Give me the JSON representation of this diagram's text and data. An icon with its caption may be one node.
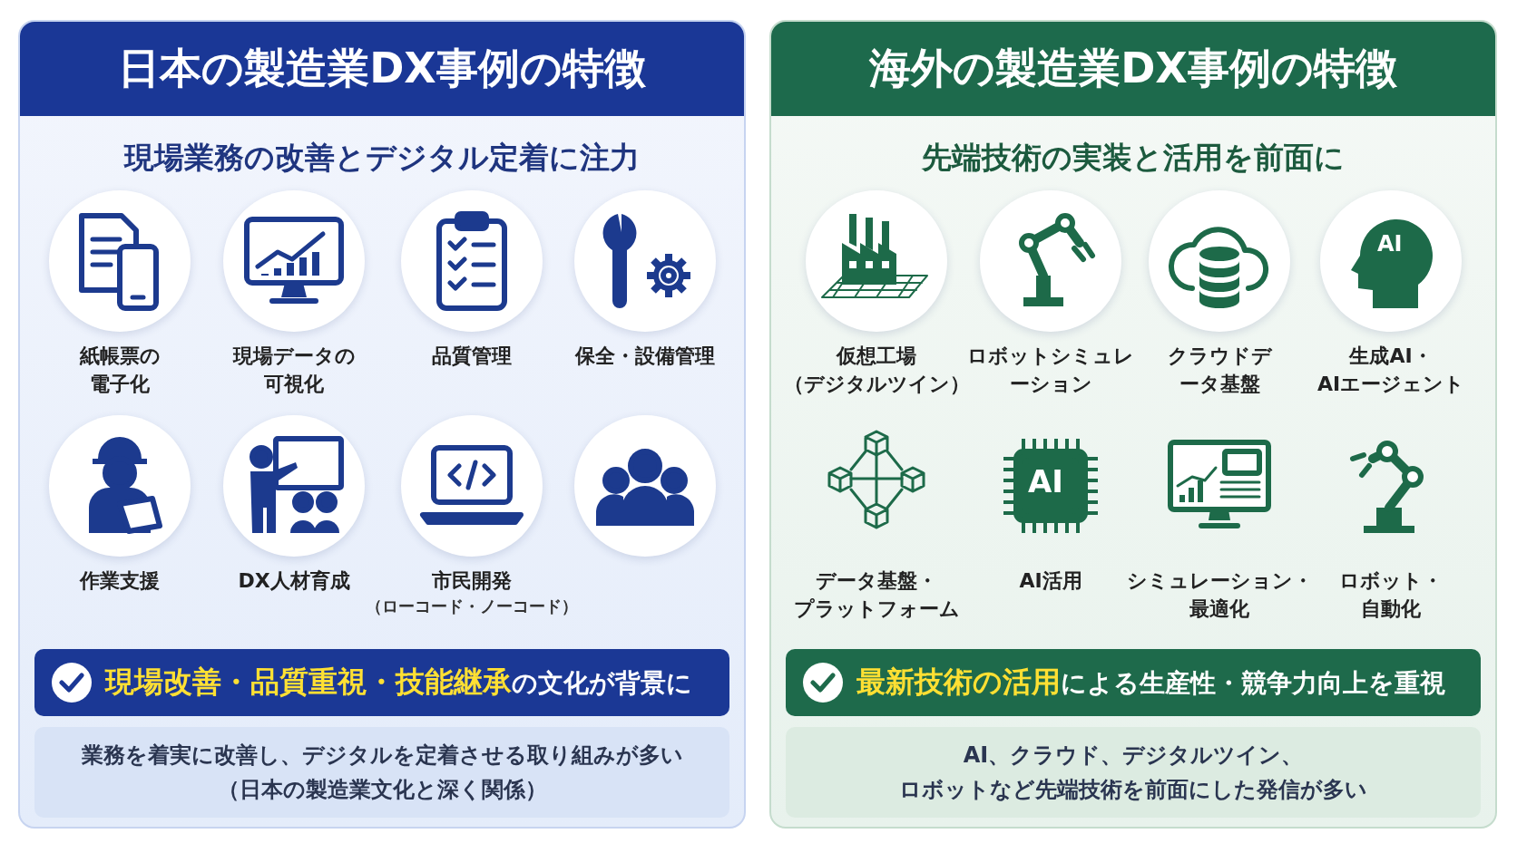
{
  "diagram": {
    "nodes": [
      {
        "text": [
          "日本の製造業DX事例の特徴",
          "現場業務の改善とデジタル定着に注力"
        ]
      },
      {
        "text": [
          "紙帳票の電子化"
        ],
        "in": 0
      },
      {
        "text": [
          "現場データの可視化"
        ],
        "in": 0
      },
      {
        "text": [
          "品質管理"
        ],
        "in": 0
      },
      {
        "text": [
          "保全・設備管理"
        ],
        "in": 0
      },
      {
        "text": [
          "作業支援"
        ],
        "in": 0
      },
      {
        "text": [
          "DX人材育成"
        ],
        "in": 0
      },
      {
        "text": [
          "市民開発",
          "（ローコード・ノーコード）"
        ],
        "in": 0
      },
      {
        "text": [],
        "shape": "circle",
        "in": 0
      },
      {
        "text": [
          "**現場改善・品質重視・技能継承**の文化が背景に"
        ],
        "in": 0
      },
      {
        "text": [
          "業務を着実に改善し、デジタルを定着させる取り組みが多い（日本の製造業文化と深く関係）"
        ],
        "in": 0
      },
      {
        "text": [
          "海外の製造業DX事例の特徴",
          "先端技術の実装と活用を前面に"
        ]
      },
      {
        "text": [
          "仮想工場（デジタルツイン）"
        ],
        "in": 11
      },
      {
        "text": [
          "ロボットシミュレーション"
        ],
        "in": 11
      },
      {
        "text": [
          "クラウドデータ基盤"
        ],
        "in": 11
      },
      {
        "text": [
          "生成AI・AIエージェント"
        ],
        "in": 11
      },
      {
        "text": [
          "データ基盤・プラットフォーム"
        ],
        "in": 11
      },
      {
        "text": [
          "AI活用"
        ],
        "in": 11
      },
      {
        "text": [
          "シミュレーション・最適化"
        ],
        "in": 11
      },
      {
        "text": [
          "ロボット・自動化"
        ],
        "in": 11
      },
      {
        "text": [
          "**最新技術の活用**による生産性・競争力向上を重視"
        ],
        "in": 11
      },
      {
        "text": [
          "AI、クラウド、デジタルツイン、ロボットなど先端技術を前面にした発信が多い"
        ],
        "in": 11
      }
    ],
    "labels": [
      "AI",
      "AI"
    ]
  }
}
